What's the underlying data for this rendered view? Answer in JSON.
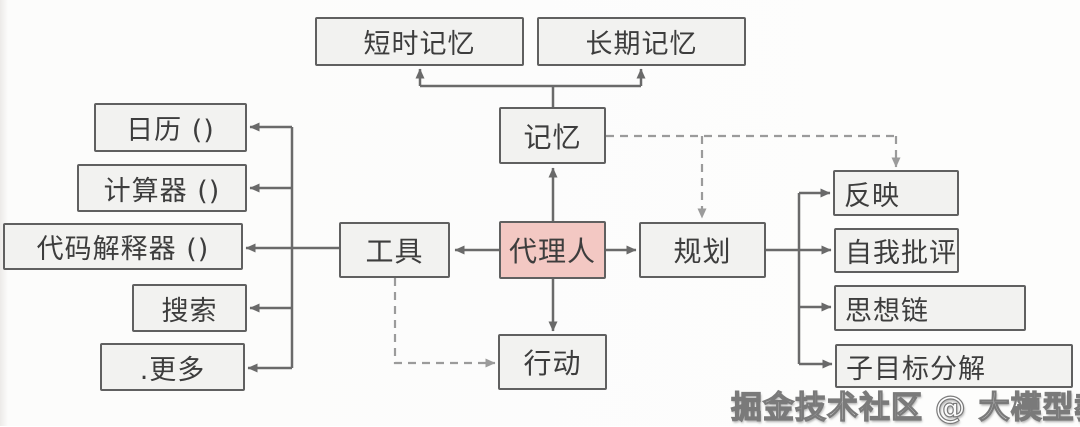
{
  "diagram": {
    "nodes": {
      "agent": "代理人",
      "memory": "记忆",
      "short_term_memory": "短时记忆",
      "long_term_memory": "长期记忆",
      "tools": "工具",
      "planning": "规划",
      "action": "行动",
      "calendar": "日历 ()",
      "calculator": "计算器 ()",
      "code_interpreter": "代码解释器 ()",
      "search": "搜索",
      "more": ".更多",
      "reflection": "反映",
      "self_criticism": "自我批评",
      "chain_of_thought": "思想链",
      "subgoal_decomposition": "子目标分解"
    },
    "watermark": "掘金技术社区 @ 大模型教程",
    "colors": {
      "agent_fill": "#f3c8c3",
      "node_fill": "#f2f2f0",
      "node_border": "#606060",
      "solid_connector": "#6a6a6a",
      "dashed_connector": "#9b9b9b",
      "text": "#3d3d3d",
      "background": "#fdfdfc"
    }
  }
}
